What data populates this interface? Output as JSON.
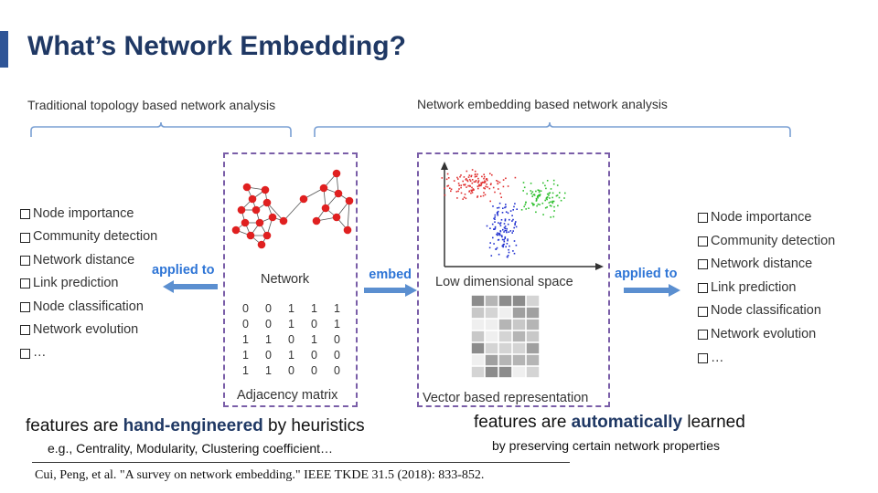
{
  "slide": {
    "title": "What’s Network Embedding?",
    "accent_color": "#2f5597"
  },
  "left_section": {
    "heading": "Traditional topology based network analysis",
    "tasks": [
      "Node importance",
      "Community detection",
      "Network distance",
      "Link prediction",
      "Node classification",
      "Network evolution",
      "…"
    ],
    "applied_label": "applied to"
  },
  "network_panel": {
    "network_label": "Network",
    "matrix_label": "Adjacency matrix",
    "matrix": [
      [
        "0",
        "0",
        "1",
        "1",
        "1"
      ],
      [
        "0",
        "0",
        "1",
        "0",
        "1"
      ],
      [
        "1",
        "1",
        "0",
        "1",
        "0"
      ],
      [
        "1",
        "0",
        "1",
        "0",
        "0"
      ],
      [
        "1",
        "1",
        "0",
        "0",
        "0"
      ]
    ],
    "node_color": "#e02020"
  },
  "embed_label": "embed",
  "embedding_panel": {
    "heading": "Network embedding based network analysis",
    "space_label": "Low dimensional space",
    "vector_label": "Vector based representation",
    "cluster_colors": [
      "#e03030",
      "#30c030",
      "#2030d0"
    ]
  },
  "right_section": {
    "applied_label": "applied to",
    "tasks": [
      "Node importance",
      "Community detection",
      "Network distance",
      "Link prediction",
      "Node classification",
      "Network evolution",
      "…"
    ]
  },
  "captions": {
    "left_prefix": "features are ",
    "left_emph": "hand-engineered",
    "left_suffix": " by heuristics",
    "left_sub": "e.g., Centrality, Modularity, Clustering coefficient…",
    "right_prefix": "features are ",
    "right_emph": "automatically",
    "right_suffix": " learned",
    "right_sub": "by preserving certain network properties"
  },
  "citation": "Cui, Peng, et al. \"A survey on network embedding.\" IEEE TKDE 31.5 (2018): 833-852."
}
